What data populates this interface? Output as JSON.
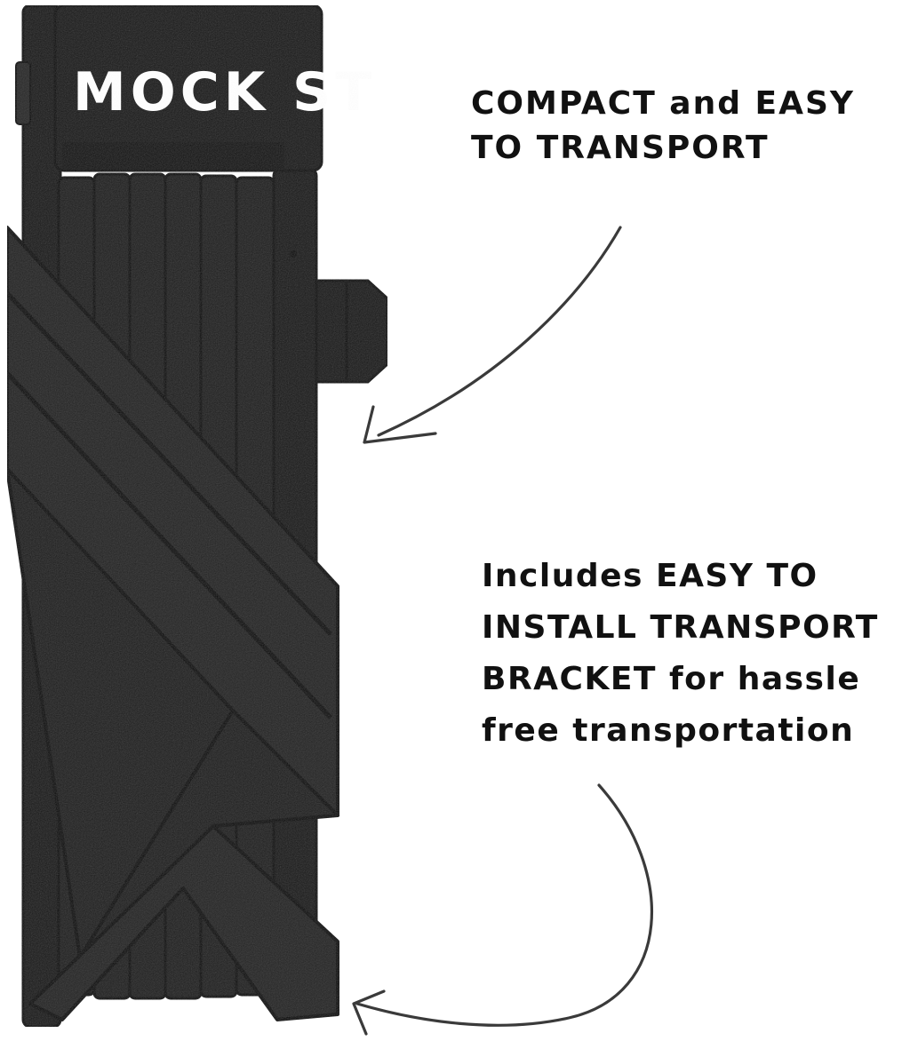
{
  "product": {
    "brand_text": "MOCK ST",
    "body_color": "#1e1e1e",
    "edge_color": "#0a0a0a",
    "label_color": "#ffffff"
  },
  "callouts": {
    "top_lines": [
      "COMPACT and EASY",
      "TO TRANSPORT"
    ],
    "bottom_lines": [
      "Includes EASY TO",
      "INSTALL TRANSPORT",
      "BRACKET for hassle",
      "free transportation"
    ]
  },
  "arrows": {
    "color": "#3a3a3a"
  }
}
